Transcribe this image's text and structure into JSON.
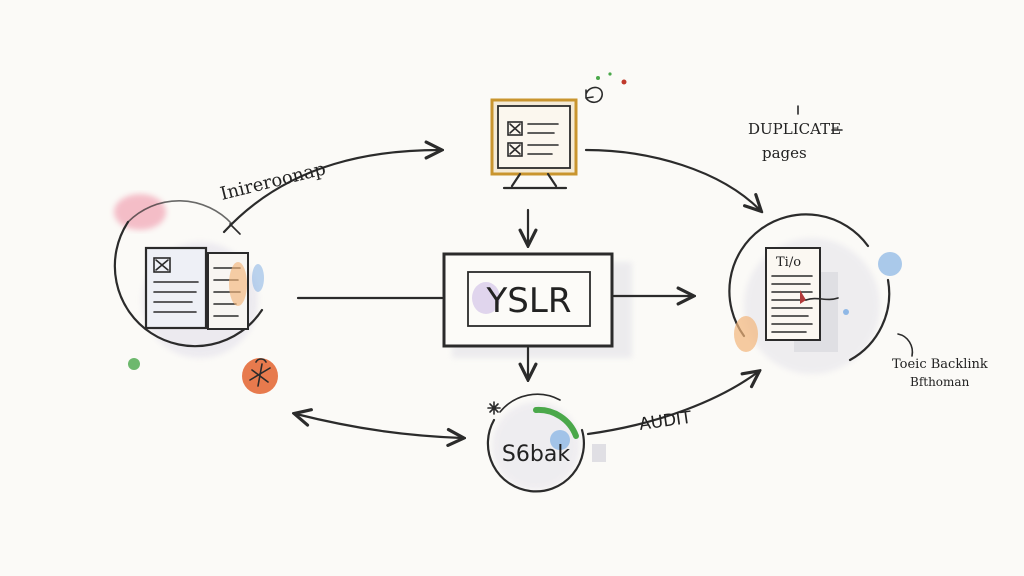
{
  "labels": {
    "left_arrow": "Inireroonap",
    "center_box": "YSLR",
    "top_right": [
      "DUPLICATE",
      "pages"
    ],
    "bottom_circle": "S⁠6bak",
    "audit": "AUDIT",
    "bottom_right": [
      "Toeic Backlink",
      "Bfthoman"
    ],
    "right_page": "Ti/o"
  },
  "colors": {
    "ink": "#2b2b2b",
    "monitor_frame": "#c9952f",
    "accent_pink": "#f2a9b8",
    "accent_orange": "#e46b3a",
    "accent_green": "#4aa84a",
    "accent_blue": "#8fb8e6",
    "accent_purple": "#c9b6e3",
    "accent_peach": "#f2b57a",
    "shadow_grey": "#cfcfd4"
  },
  "icons": {
    "monitor": "checklist-monitor-icon",
    "left_doc": "document-stack-icon",
    "right_doc": "report-page-icon",
    "bottom_node": "gauge-icon",
    "bug": "bug-icon"
  }
}
